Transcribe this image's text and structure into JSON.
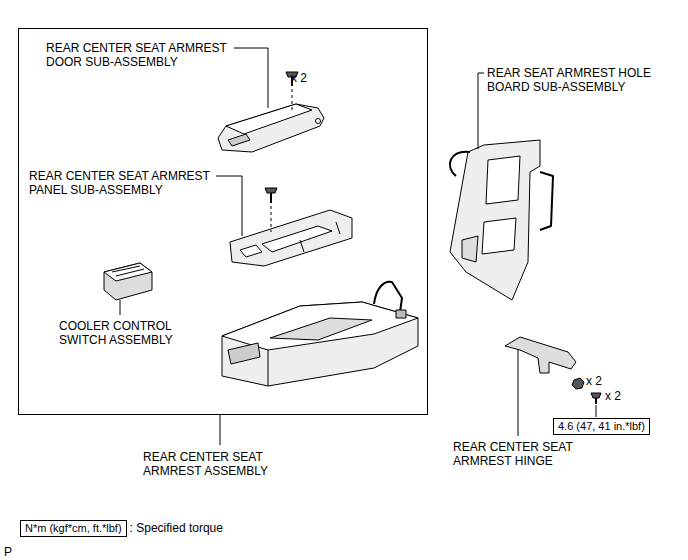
{
  "diagram": {
    "nodes": [
      {
        "text": [
          "REAR CENTER SEAT ARMREST DOOR SUB-ASSEMBLY",
          "x 2",
          "REAR CENTER SEAT ARMREST PANEL SUB-ASSEMBLY",
          "COOLER CONTROL SWITCH ASSEMBLY"
        ]
      },
      {
        "text": [
          "4.6 (47, 41 in.*lbf)"
        ]
      },
      {
        "text": [
          "N*m (kgf*cm, ft.*lbf)"
        ]
      }
    ],
    "edges": [],
    "labels": [
      "REAR CENTER SEAT ARMREST ASSEMBLY",
      "REAR SEAT ARMREST HOLE BOARD SUB-ASSEMBLY",
      "REAR CENTER SEAT ARMREST HINGE",
      "x 2",
      "x 2",
      "P"
    ],
    "legend": [
      {
        "text": ": Specified torque"
      }
    ]
  }
}
